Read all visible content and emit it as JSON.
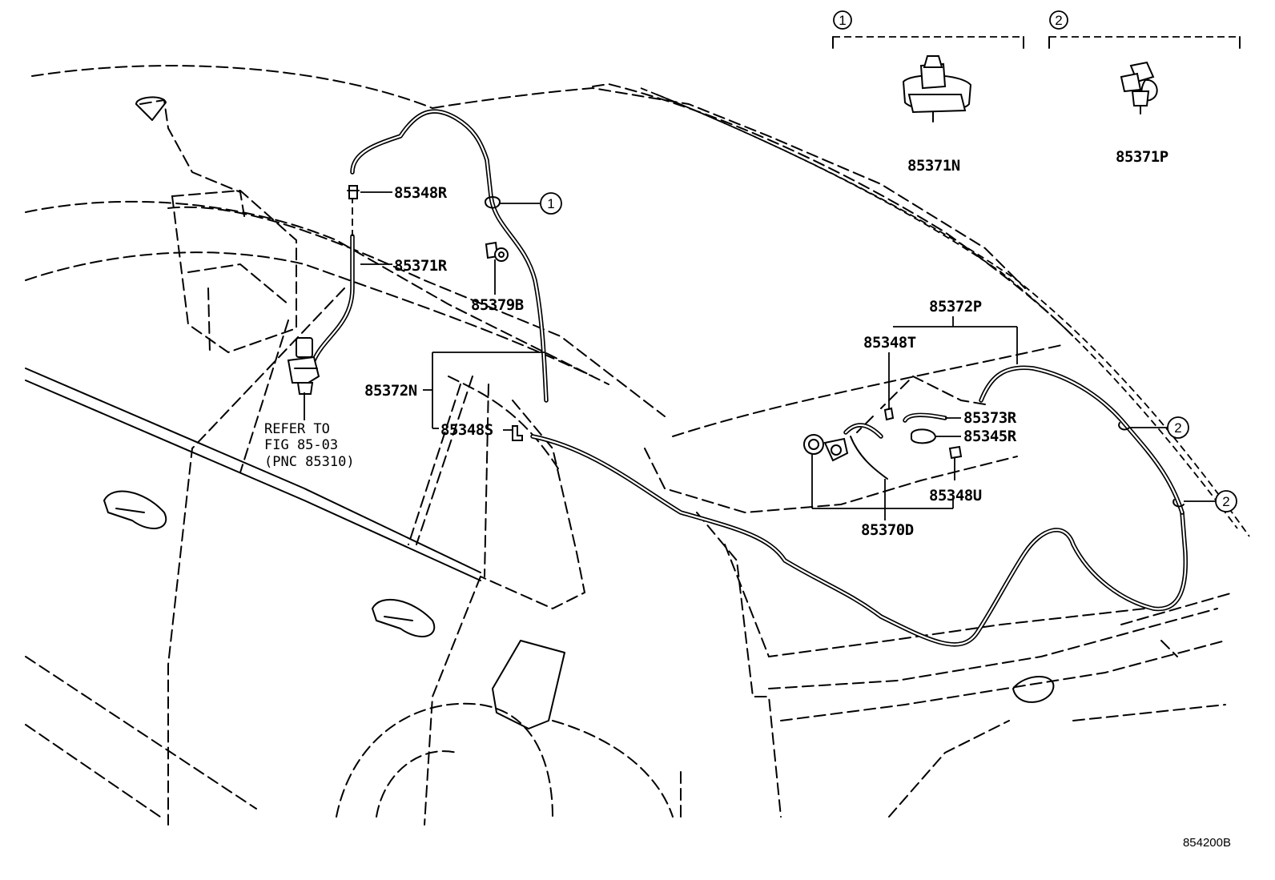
{
  "diagram_code": "854200B",
  "refer_note": [
    "REFER TO",
    "FIG 85-03",
    "(PNC 85310)"
  ],
  "part_labels": {
    "p85348R": "85348R",
    "p85371R": "85371R",
    "p85379B": "85379B",
    "p85372N": "85372N",
    "p85348S": "85348S",
    "p85372P": "85372P",
    "p85348T": "85348T",
    "p85373R": "85373R",
    "p85345R": "85345R",
    "p85348U": "85348U",
    "p85370D": "85370D",
    "p85371N": "85371N",
    "p85371P": "85371P"
  },
  "callouts": {
    "one": "1",
    "two": "2"
  }
}
